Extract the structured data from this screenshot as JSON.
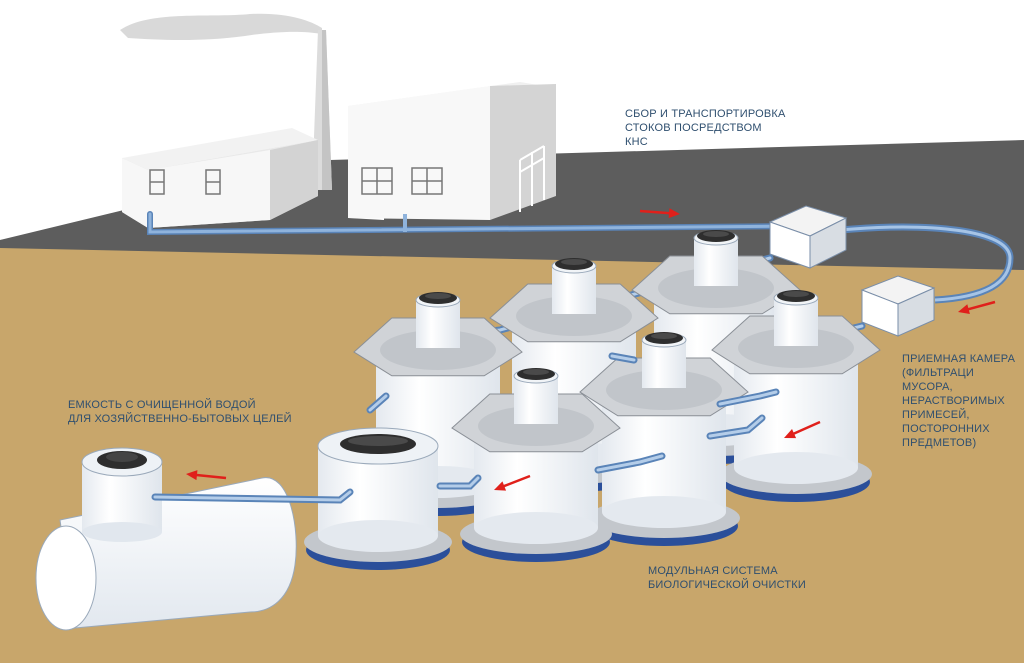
{
  "labels": {
    "kns": [
      "СБОР И ТРАНСПОРТИРОВКА",
      "СТОКОВ ПОСРЕДСТВОМ",
      "КНС"
    ],
    "tank": [
      "ЕМКОСТЬ С ОЧИЩЕННОЙ ВОДОЙ",
      "ДЛЯ ХОЗЯЙСТВЕННО-БЫТОВЫХ ЦЕЛЕЙ"
    ],
    "chamber": [
      "ПРИЕМНАЯ КАМЕРА",
      "(ФИЛЬТРАЦИ",
      "МУСОРА,",
      "НЕРАСТВОРИМЫХ",
      "ПРИМЕСЕЙ,",
      "ПОСТОРОННИХ",
      "ПРЕДМЕТОВ)"
    ],
    "module": [
      "МОДУЛЬНАЯ СИСТЕМА",
      "БИОЛОГИЧЕСКОЙ ОЧИСТКИ"
    ]
  },
  "colors": {
    "ground": "#c8a66b",
    "asphalt": "#5d5d5d",
    "pipe": "#8fb3dc",
    "pipe_dark": "#5a84b8",
    "tank_body": "#ffffff",
    "tank_shadow": "#d9e1ea",
    "base_blue": "#2b4f9a",
    "lid_grey": "#c3c7cc",
    "hatch_dark": "#333333",
    "arrow": "#e0201b",
    "label_text": "#2f4f6f"
  },
  "icons": [
    "factory-building",
    "chimney",
    "smoke-plume",
    "pump-station-box",
    "receiving-chamber-box",
    "bio-module-tank",
    "clean-water-tank",
    "flow-arrow"
  ]
}
